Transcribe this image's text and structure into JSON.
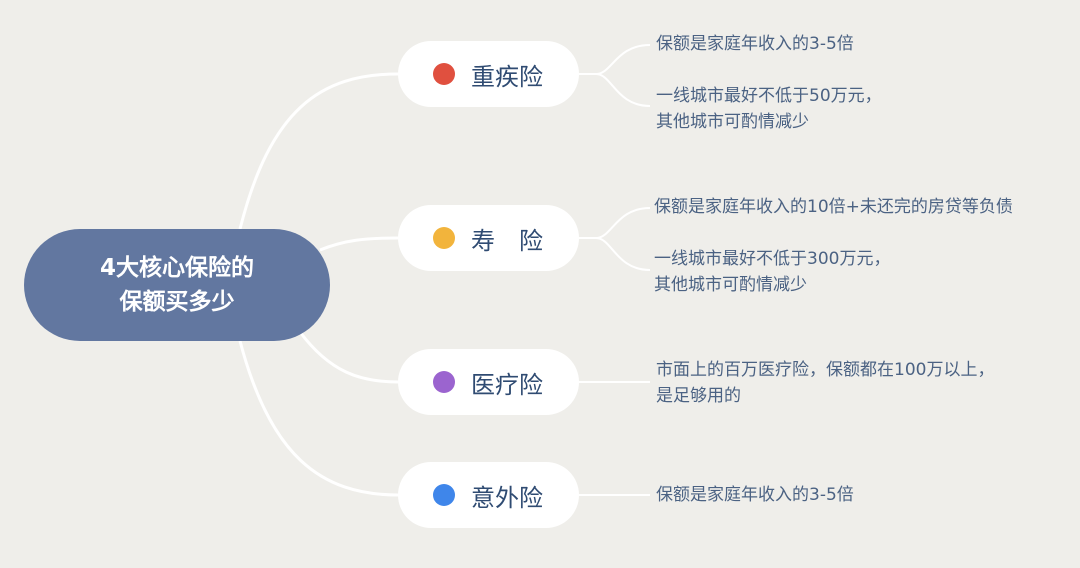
{
  "root": {
    "line1": "4大核心保险的",
    "line2": "保额买多少"
  },
  "branches": [
    {
      "label": "重疾险",
      "color": "#e0503f",
      "notes": [
        {
          "lines": [
            "保额是家庭年收入的3-5倍"
          ]
        },
        {
          "lines": [
            "一线城市最好不低于50万元，",
            "其他城市可酌情减少"
          ]
        }
      ]
    },
    {
      "label": "寿　险",
      "color": "#f2b43c",
      "notes": [
        {
          "lines": [
            "保额是家庭年收入的10倍+未还完的房贷等负债"
          ]
        },
        {
          "lines": [
            "一线城市最好不低于300万元，",
            "其他城市可酌情减少"
          ]
        }
      ]
    },
    {
      "label": "医疗险",
      "color": "#9b64cf",
      "notes": [
        {
          "lines": [
            "市面上的百万医疗险，保额都在100万以上，",
            "是足够用的"
          ]
        }
      ]
    },
    {
      "label": "意外险",
      "color": "#3f86ea",
      "notes": [
        {
          "lines": [
            "保额是家庭年收入的3-5倍"
          ]
        }
      ]
    }
  ],
  "colors": {
    "root_bg": "#6277a0",
    "connector": "#ffffff",
    "note_text": "#4b6283"
  }
}
